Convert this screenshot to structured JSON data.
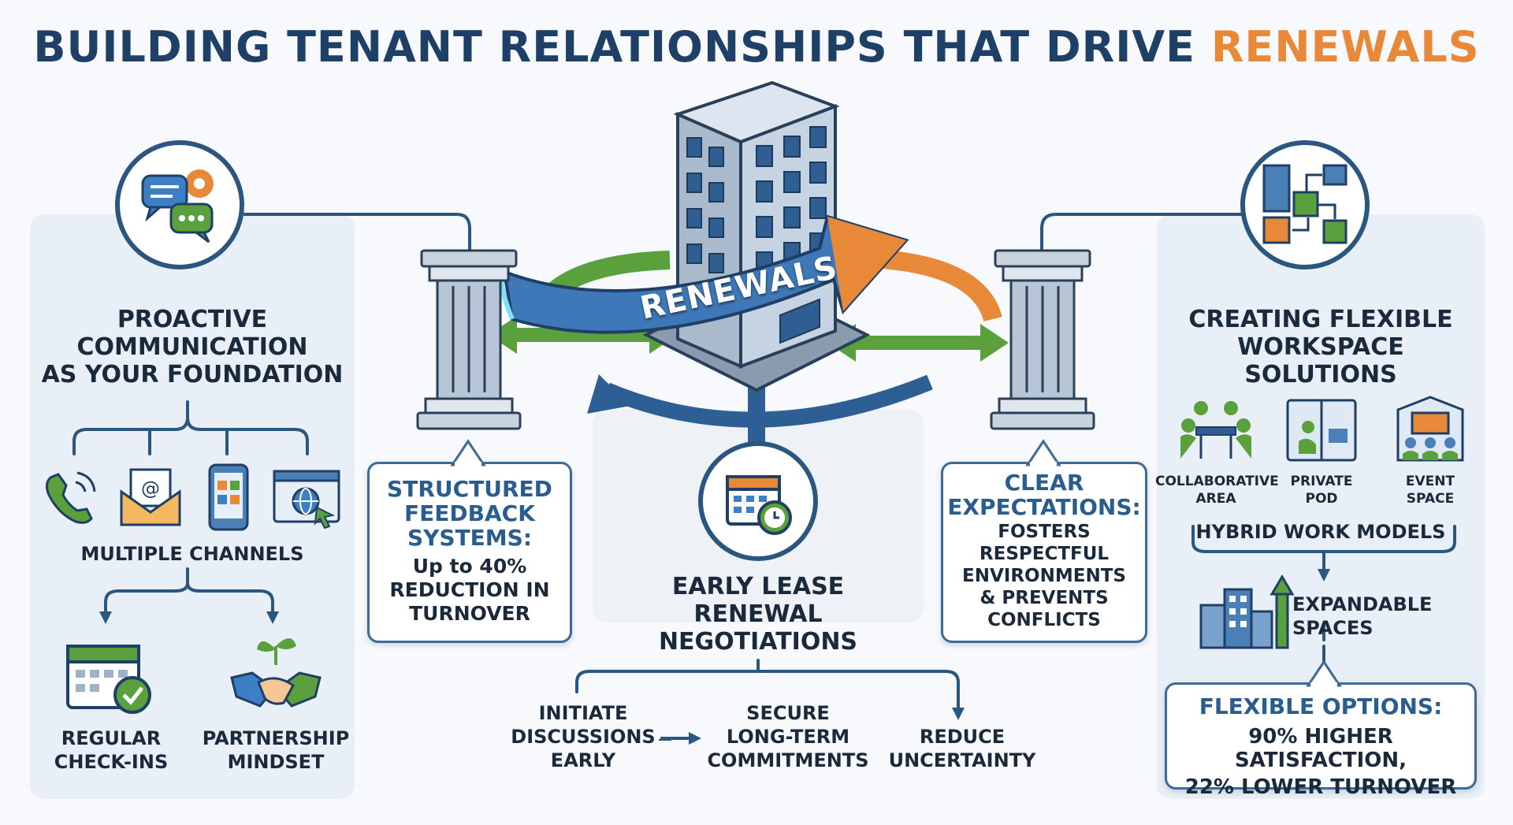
{
  "title": {
    "main": "BUILDING TENANT RELATIONSHIPS THAT DRIVE",
    "accent": "RENEWALS"
  },
  "colors": {
    "navy": "#1e3f66",
    "orange": "#e8893a",
    "green": "#5aa03c",
    "blue": "#3d6a96"
  },
  "center": {
    "banner": "RENEWALS"
  },
  "left": {
    "heading": "PROACTIVE\nCOMMUNICATION\nAS YOUR FOUNDATION",
    "channels_label": "MULTIPLE CHANNELS",
    "channel_icons": [
      "phone-icon",
      "email-icon",
      "mobile-app-icon",
      "web-portal-icon"
    ],
    "items": [
      {
        "label": "REGULAR\nCHECK-INS",
        "icon": "calendar-check-icon"
      },
      {
        "label": "PARTNERSHIP\nMINDSET",
        "icon": "handshake-plant-icon"
      }
    ]
  },
  "feedback": {
    "title": "STRUCTURED\nFEEDBACK\nSYSTEMS:",
    "body": "Up to 40%\nREDUCTION IN\nTURNOVER"
  },
  "negotiation": {
    "heading": "EARLY LEASE\nRENEWAL\nNEGOTIATIONS",
    "steps": [
      "INITIATE\nDISCUSSIONS\nEARLY",
      "SECURE\nLONG-TERM\nCOMMITMENTS",
      "REDUCE\nUNCERTAINTY"
    ]
  },
  "expectations": {
    "title": "CLEAR\nEXPECTATIONS:",
    "body": "FOSTERS\nRESPECTFUL\nENVIRONMENTS\n& PREVENTS\nCONFLICTS"
  },
  "right": {
    "heading": "CREATING FLEXIBLE\nWORKSPACE SOLUTIONS",
    "spaces": [
      {
        "label": "COLLABORATIVE\nAREA",
        "icon": "collaborative-area-icon"
      },
      {
        "label": "PRIVATE\nPOD",
        "icon": "private-pod-icon"
      },
      {
        "label": "EVENT\nSPACE",
        "icon": "event-space-icon"
      }
    ],
    "hybrid_label": "HYBRID WORK MODELS",
    "expandable_label": "EXPANDABLE\nSPACES",
    "options_title": "FLEXIBLE OPTIONS:",
    "options_line1": "90% HIGHER SATISFACTION,",
    "options_line2": "22% LOWER TURNOVER"
  }
}
